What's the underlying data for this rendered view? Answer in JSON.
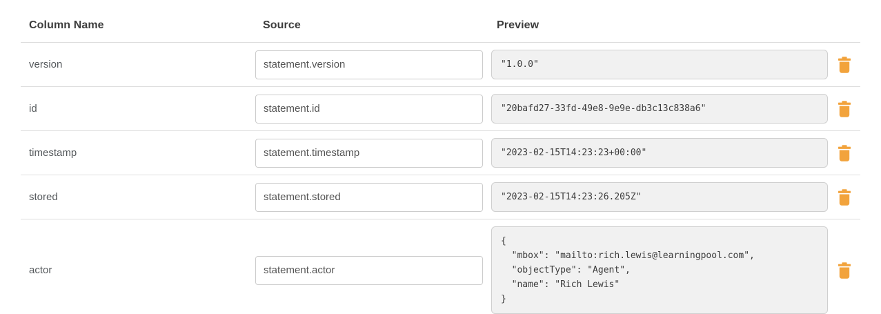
{
  "table": {
    "headers": {
      "column_name": "Column Name",
      "source": "Source",
      "preview": "Preview"
    },
    "rows": [
      {
        "name": "version",
        "source": "statement.version",
        "preview": "\"1.0.0\""
      },
      {
        "name": "id",
        "source": "statement.id",
        "preview": "\"20bafd27-33fd-49e8-9e9e-db3c13c838a6\""
      },
      {
        "name": "timestamp",
        "source": "statement.timestamp",
        "preview": "\"2023-02-15T14:23:23+00:00\""
      },
      {
        "name": "stored",
        "source": "statement.stored",
        "preview": "\"2023-02-15T14:23:26.205Z\""
      },
      {
        "name": "actor",
        "source": "statement.actor",
        "preview": "{\n  \"mbox\": \"mailto:rich.lewis@learningpool.com\",\n  \"objectType\": \"Agent\",\n  \"name\": \"Rich Lewis\"\n}"
      }
    ],
    "icons": {
      "delete": "trash-icon"
    },
    "colors": {
      "delete_icon": "#F2A33C",
      "preview_background": "#F1F1F1",
      "divider": "#DDDDDD"
    }
  }
}
